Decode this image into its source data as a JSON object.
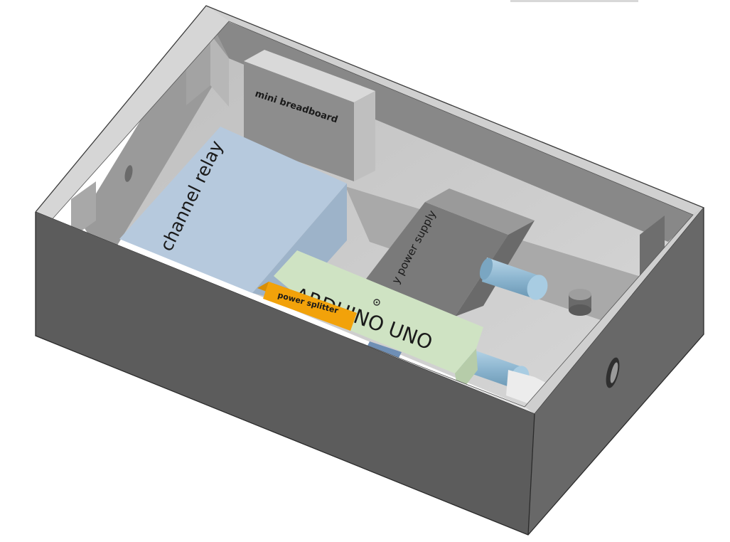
{
  "model_labels": {
    "mini_breadboard": "mini breadboard",
    "channel_relay": "channel relay",
    "power_supply": "y power supply",
    "arduino_uno": "ARDUINO UNO",
    "power_splitter": "power splitter"
  },
  "colors": {
    "enclosure_outer": "#5c5c5c",
    "enclosure_floor": "#c9c9c9",
    "relay_block": "#b6c9dd",
    "arduino_board": "#cfe3c3",
    "power_splitter": "#f2a20a",
    "jack_cylinder": "#8db6d0"
  }
}
